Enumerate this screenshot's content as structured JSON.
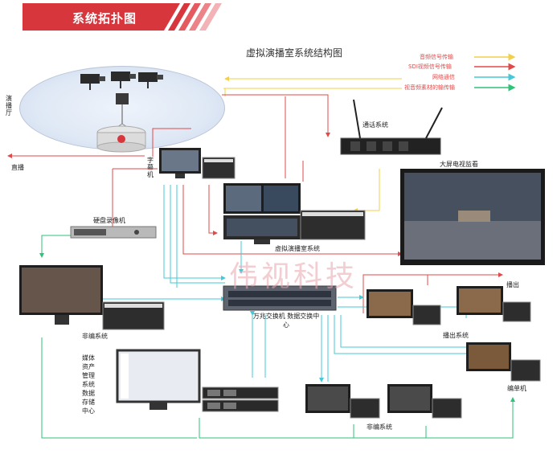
{
  "banner": {
    "title": "系统拓扑图"
  },
  "diagram": {
    "title": "虚拟演播室系统结构图"
  },
  "legend": [
    {
      "label": "音频信号传输",
      "color": "#f2d04a"
    },
    {
      "label": "SDI视频信号传输",
      "color": "#e04a4a"
    },
    {
      "label": "网络通信",
      "color": "#45c9d8"
    },
    {
      "label": "视音频素材的输传输",
      "color": "#2ec27a"
    }
  ],
  "labels": {
    "studio": "演播厅",
    "live": "直播",
    "subtitle_machine": "字幕机",
    "disk_recorder": "硬盘录像机",
    "audio_system": "通话系统",
    "big_screen": "大屏电视监看",
    "virtual_system": "虚拟演播室系统",
    "switch": "万兆交换机 数据交换中心",
    "nonlinear_left": "非编系统",
    "playout_system": "播出系统",
    "playout": "播出",
    "media_center": "媒体资产管理系统数据存储中心",
    "edit_single": "编单机",
    "nonlinear_bottom": "非编系统"
  },
  "watermark": "伟视科技",
  "colors": {
    "audio": "#f2d04a",
    "sdi": "#e04a4a",
    "net": "#45c9d8",
    "media": "#2ec27a",
    "banner": "#d8363d"
  }
}
